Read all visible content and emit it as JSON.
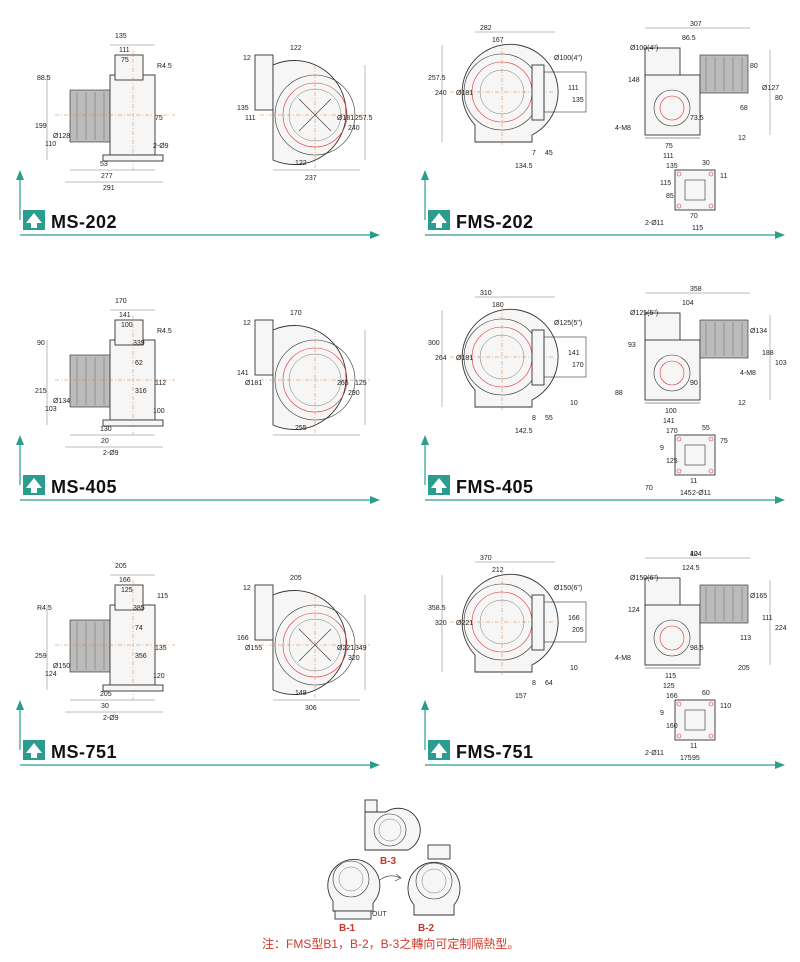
{
  "models": [
    {
      "id": "ms202",
      "name": "MS-202",
      "side": "left",
      "dims_side": [
        "135",
        "111",
        "75",
        "R4.5",
        "88.5",
        "199",
        "110",
        "Ø128",
        "75",
        "2-Ø9",
        "53",
        "277",
        "291"
      ],
      "dims_front": [
        "12",
        "122",
        "135",
        "111",
        "Ø181",
        "240",
        "257.5",
        "122",
        "237"
      ]
    },
    {
      "id": "fms202",
      "name": "FMS-202",
      "side": "right",
      "dims_front": [
        "282",
        "167",
        "257.5",
        "240",
        "Ø181",
        "Ø100(4\")",
        "111",
        "135",
        "7",
        "45",
        "134.5"
      ],
      "dims_side": [
        "307",
        "Ø100(4\")",
        "86.5",
        "80",
        "Ø127",
        "80",
        "148",
        "68",
        "4-M8",
        "73.5",
        "75",
        "111",
        "135",
        "12"
      ],
      "dims_base": [
        "30",
        "115",
        "85",
        "11",
        "70",
        "2-Ø11",
        "115"
      ]
    },
    {
      "id": "ms405",
      "name": "MS-405",
      "side": "left",
      "dims_side": [
        "170",
        "141",
        "100",
        "R4.5",
        "90",
        "215",
        "103",
        "Ø134",
        "112",
        "100",
        "130",
        "20",
        "2-Ø9",
        "62",
        "316",
        "339"
      ],
      "dims_front": [
        "12",
        "170",
        "141",
        "Ø181",
        "265",
        "290",
        "125",
        "255"
      ]
    },
    {
      "id": "fms405",
      "name": "FMS-405",
      "side": "right",
      "dims_front": [
        "310",
        "180",
        "300",
        "264",
        "Ø181",
        "Ø125(5\")",
        "141",
        "170",
        "8",
        "55",
        "142.5",
        "10"
      ],
      "dims_side": [
        "358",
        "Ø125(5\")",
        "104",
        "Ø134",
        "188",
        "103",
        "93",
        "4-M8",
        "88",
        "90",
        "100",
        "141",
        "170",
        "12"
      ],
      "dims_base": [
        "55",
        "9",
        "125",
        "75",
        "11",
        "70",
        "2-Ø11",
        "145"
      ]
    },
    {
      "id": "ms751",
      "name": "MS-751",
      "side": "left",
      "dims_side": [
        "205",
        "166",
        "125",
        "115",
        "R4.5",
        "259",
        "124",
        "Ø150",
        "135",
        "120",
        "205",
        "30",
        "2-Ø9",
        "74",
        "356",
        "385"
      ],
      "dims_front": [
        "12",
        "205",
        "166",
        "Ø155",
        "Ø221",
        "320",
        "349",
        "148",
        "306"
      ]
    },
    {
      "id": "fms751",
      "name": "FMS-751",
      "side": "right",
      "dims_front": [
        "370",
        "212",
        "358.5",
        "320",
        "Ø221",
        "Ø150(6\")",
        "166",
        "205",
        "8",
        "64",
        "157",
        "10"
      ],
      "dims_side": [
        "404",
        "Ø150(6\")",
        "124.5",
        "Ø165",
        "111",
        "224",
        "124",
        "113",
        "4-M8",
        "98.5",
        "115",
        "125",
        "166",
        "205",
        "12"
      ],
      "dims_base": [
        "60",
        "9",
        "160",
        "110",
        "11",
        "2-Ø11",
        "95",
        "175"
      ]
    }
  ],
  "orientations": {
    "b1": "B-1",
    "b2": "B-2",
    "b3": "B-3",
    "out": "OUT"
  },
  "note": "注：FMS型B1，B-2，B-3之轉向可定制隔熱型。",
  "colors": {
    "accent": "#2a9d8f",
    "note": "#d0392b",
    "centerline": "#e07a2e"
  }
}
